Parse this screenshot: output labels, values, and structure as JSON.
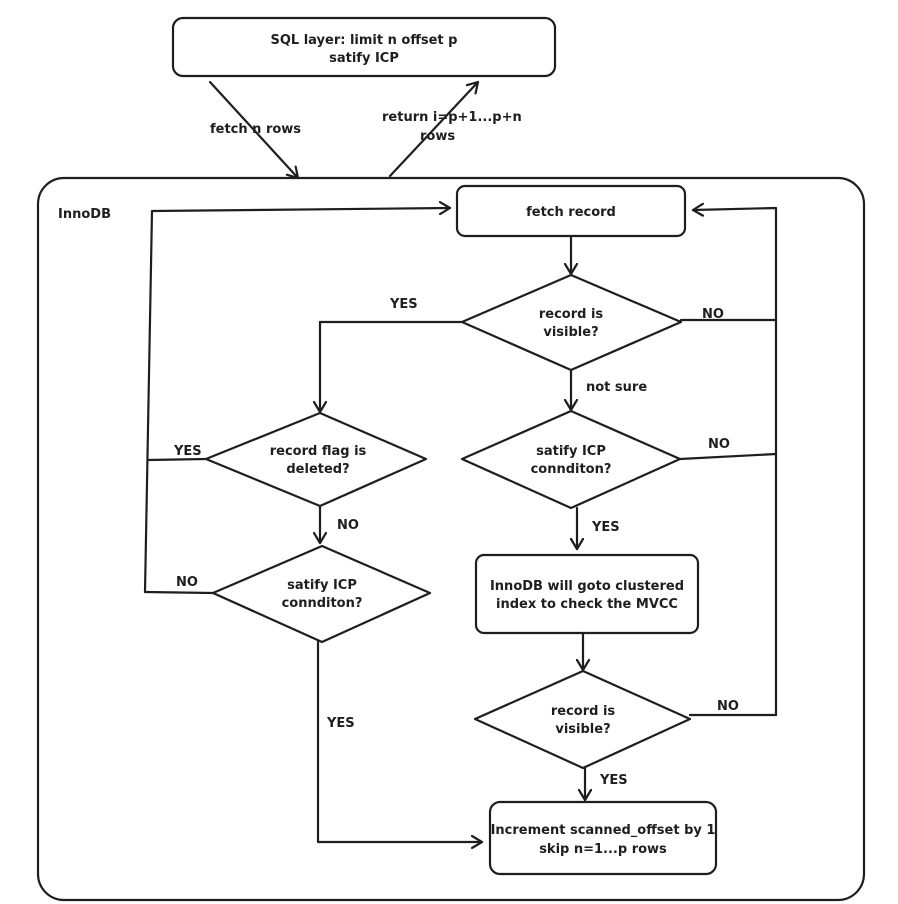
{
  "sql_box": {
    "line1": "SQL layer: limit n offset p",
    "line2": "satify ICP"
  },
  "labels": {
    "fetch_n_rows": "fetch n rows",
    "return_line1": "return i=p+1...p+n",
    "return_line2": "rows",
    "innodb": "InnoDB"
  },
  "nodes": {
    "fetch_record": "fetch  record",
    "visible1_line1": "record is",
    "visible1_line2": "visible?",
    "deleted_line1": "record flag is",
    "deleted_line2": "deleted?",
    "icp_left_line1": "satify ICP",
    "icp_left_line2": "connditon?",
    "icp_right_line1": "satify ICP",
    "icp_right_line2": "connditon?",
    "clustered_line1": "InnoDB will goto clustered",
    "clustered_line2": "index to check the MVCC",
    "visible2_line1": "record is",
    "visible2_line2": "visible?",
    "increment_line1": "Increment scanned_offset by 1",
    "increment_line2": "skip n=1...p rows"
  },
  "edges": {
    "yes_to_deleted": "YES",
    "no_from_visible1": "NO",
    "not_sure": "not sure",
    "yes_from_deleted": "YES",
    "no_from_deleted": "NO",
    "no_from_icp_right": "NO",
    "yes_from_icp_right": "YES",
    "no_from_icp_left": "NO",
    "yes_from_icp_left": "YES",
    "no_from_visible2": "NO",
    "yes_from_visible2": "YES"
  }
}
